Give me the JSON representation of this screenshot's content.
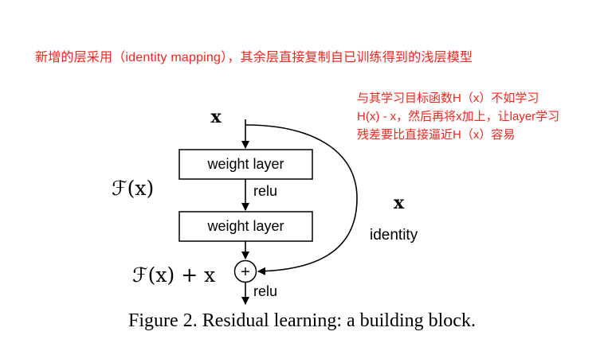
{
  "colors": {
    "note_red": "#f5261d",
    "ink": "#000000",
    "box_fill": "#ffffff"
  },
  "notes": {
    "top": "新增的层采用（identity mapping），其余层直接复制自已训练得到的浅层模型",
    "side_lines": [
      "与其学习目标函数H（x）不如学习",
      "H(x) - x，然后再将x加上，让layer学习",
      "残差要比直接逼近H（x）容易"
    ]
  },
  "diagram": {
    "input_label": "x",
    "weight_layer_1": "weight layer",
    "relu_1": "relu",
    "f_label": "ℱ(x)",
    "weight_layer_2": "weight layer",
    "skip_x_label": "x",
    "identity_label": "identity",
    "plus_symbol": "+",
    "relu_2": "relu",
    "output_label": "ℱ(x) + x"
  },
  "caption": "Figure 2. Residual learning: a building block."
}
